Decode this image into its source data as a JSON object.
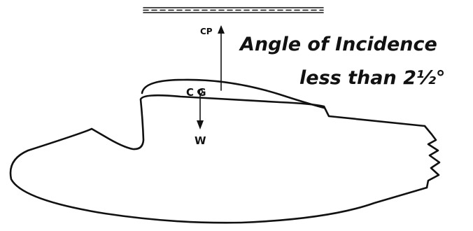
{
  "caption": {
    "line1": "Angle of Incidence",
    "line2": "less than 2½°"
  },
  "labels": {
    "cp": "CP",
    "cg": "C G",
    "weight": "W"
  }
}
